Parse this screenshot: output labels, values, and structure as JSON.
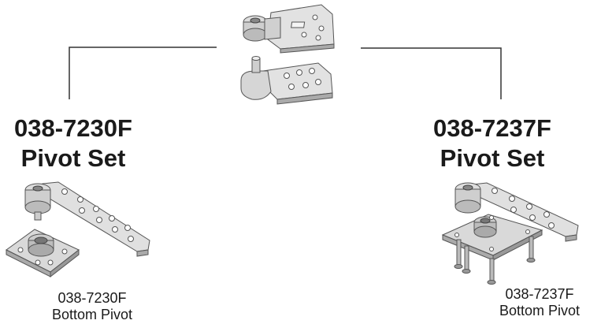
{
  "left_set": {
    "title_line1": "038-7230F",
    "title_line2": "Pivot Set",
    "caption_line1": "038-7230F",
    "caption_line2": "Bottom Pivot"
  },
  "right_set": {
    "title_line1": "038-7237F",
    "title_line2": "Pivot Set",
    "caption_line1": "038-7237F",
    "caption_line2": "Bottom Pivot"
  },
  "colors": {
    "line": "#333333",
    "metal_fill": "#d8d8d8",
    "metal_shade": "#a9a9a9",
    "outline": "#555555"
  }
}
